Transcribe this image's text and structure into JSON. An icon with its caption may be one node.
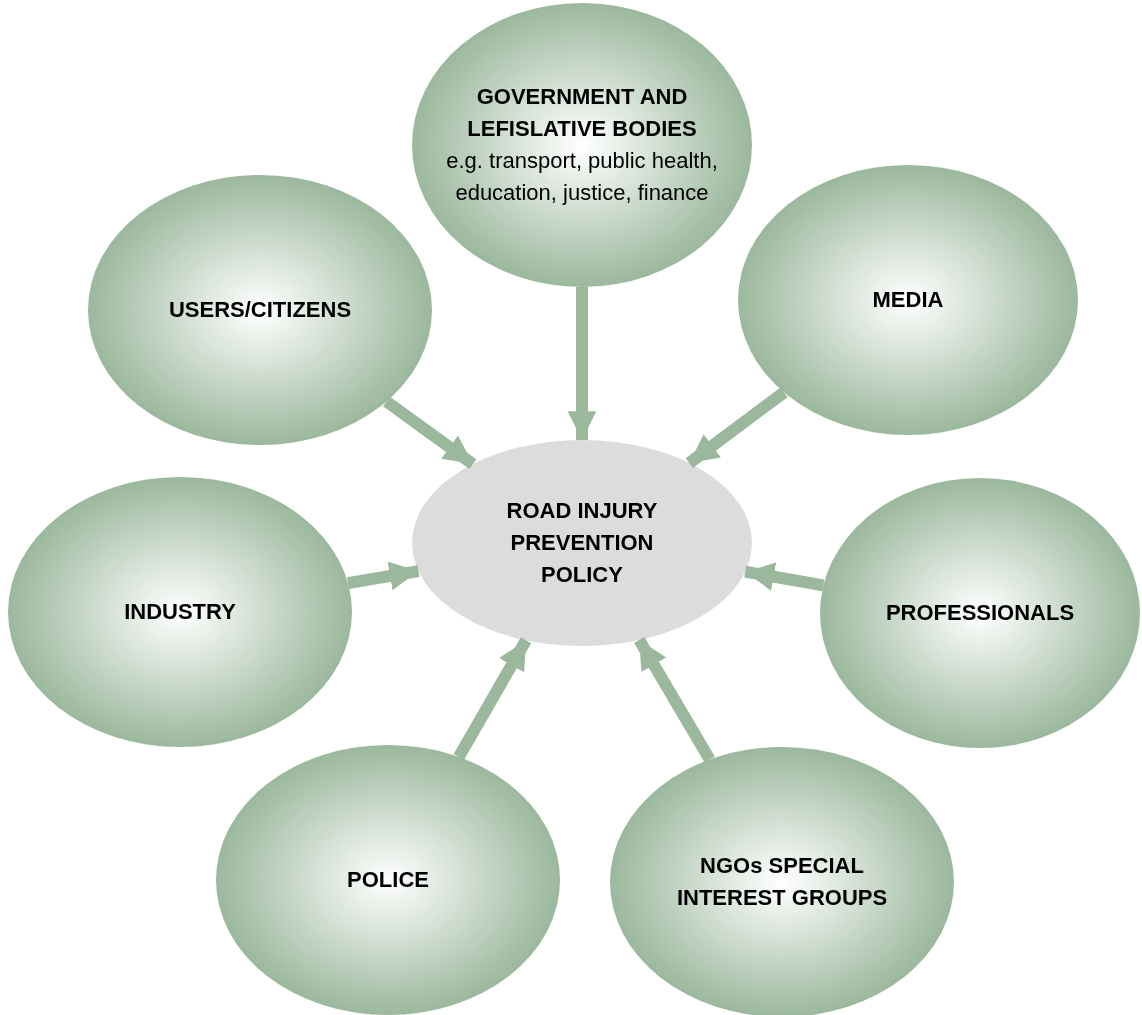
{
  "diagram": {
    "nodes": [
      {
        "text": [
          "ROAD INJURY PREVENTION POLICY"
        ]
      },
      {
        "text": [
          "GOVERNMENT AND LEFISLATIVE BODIES",
          "e.g. transport, public health, education, justice, finance"
        ]
      },
      {
        "text": [
          "USERS/CITIZENS"
        ]
      },
      {
        "text": [
          "MEDIA"
        ]
      },
      {
        "text": [
          "INDUSTRY"
        ]
      },
      {
        "text": [
          "PROFESSIONALS"
        ]
      },
      {
        "text": [
          "POLICE"
        ]
      },
      {
        "text": [
          "NGOs SPECIAL INTEREST GROUPS"
        ]
      }
    ],
    "edges": [
      {
        "from": 1,
        "to": 0,
        "arrow": "to"
      },
      {
        "from": 2,
        "to": 0,
        "arrow": "to"
      },
      {
        "from": 3,
        "to": 0,
        "arrow": "to"
      },
      {
        "from": 4,
        "to": 0,
        "arrow": "to"
      },
      {
        "from": 5,
        "to": 0,
        "arrow": "to"
      },
      {
        "from": 6,
        "to": 0,
        "arrow": "to"
      },
      {
        "from": 7,
        "to": 0,
        "arrow": "to"
      }
    ]
  }
}
